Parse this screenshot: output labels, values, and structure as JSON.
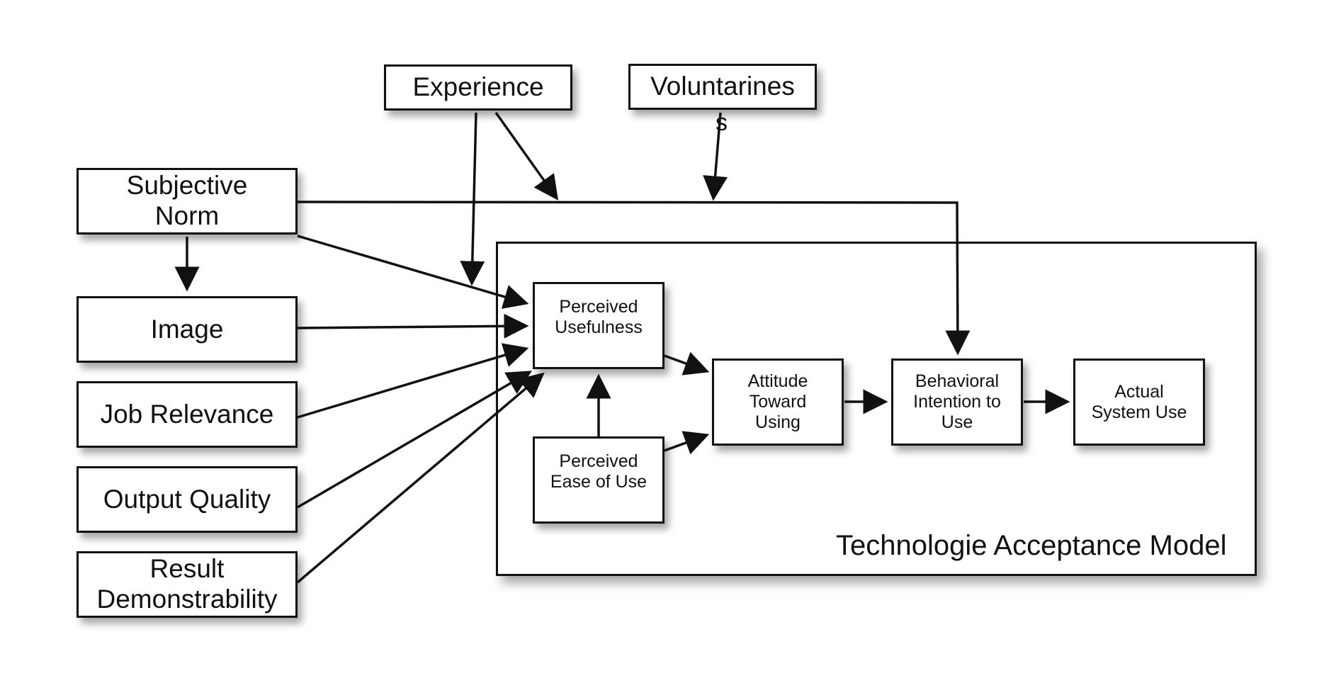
{
  "external": {
    "experience": "Experience",
    "voluntariness": "Voluntarines",
    "voluntariness_overflow": "s",
    "subjective_norm": "Subjective\nNorm",
    "image": "Image",
    "job_relevance": "Job Relevance",
    "output_quality": "Output Quality",
    "result_demonstrability": "Result\nDemonstrability"
  },
  "tam": {
    "title": "Technologie Acceptance Model",
    "perceived_usefulness": "Perceived\nUsefulness",
    "perceived_ease_of_use": "Perceived\nEase of Use",
    "attitude_toward_using": "Attitude\nToward\nUsing",
    "behavioral_intention": "Behavioral\nIntention to\nUse",
    "actual_system_use": "Actual\nSystem Use"
  },
  "colors": {
    "stroke": "#111111",
    "background": "#ffffff"
  }
}
